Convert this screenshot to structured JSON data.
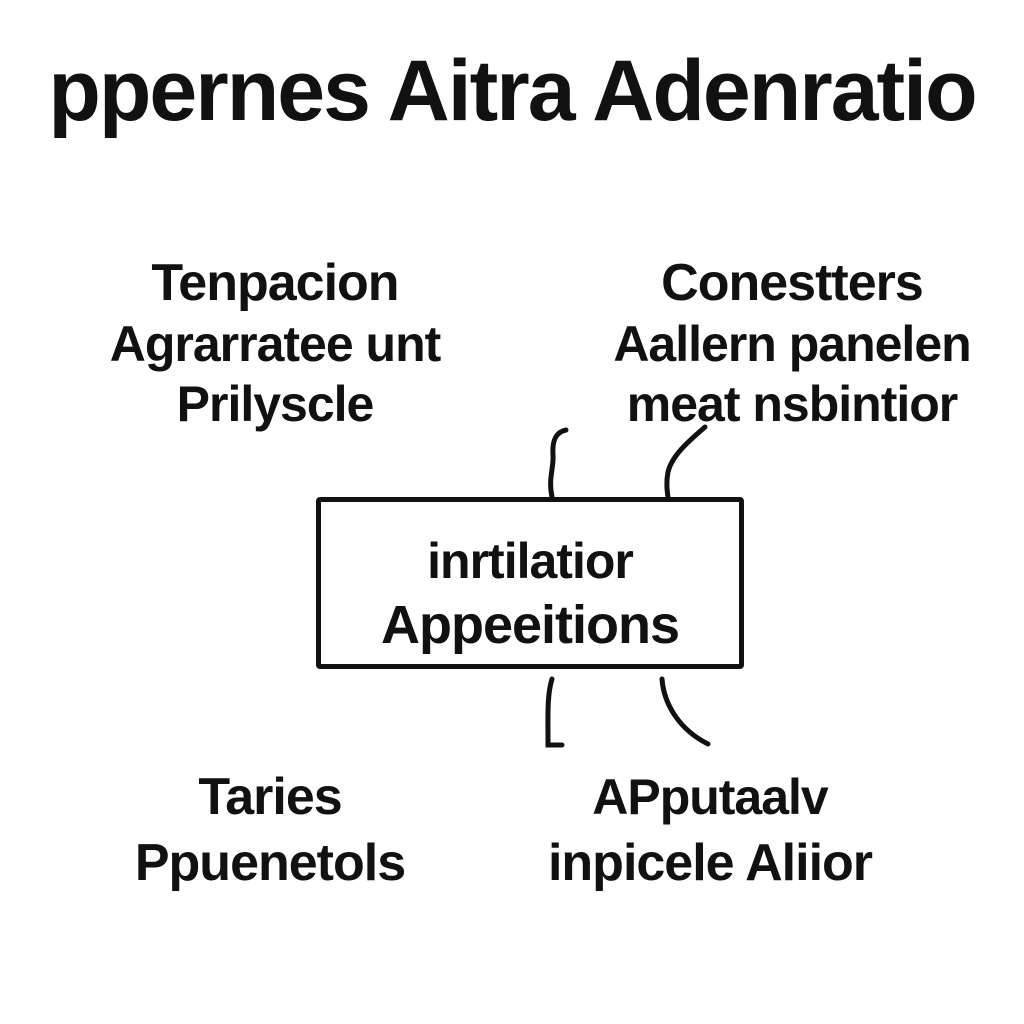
{
  "title": "ppernes Aitra Adenratio",
  "nodes": {
    "top_left": {
      "lines": [
        "Tenpacion",
        "Agrarratee unt",
        "Prilyscle"
      ]
    },
    "top_right": {
      "lines": [
        "Conestters",
        "Aallern panelen",
        "meat nsbintior"
      ]
    },
    "center": {
      "lines": [
        "inrtilatior",
        "Appeeitions"
      ]
    },
    "bottom_left": {
      "lines": [
        "Taries",
        "Ppuenetols"
      ]
    },
    "bottom_right": {
      "lines": [
        "APputaalv",
        "inpicele Aliior"
      ]
    }
  },
  "colors": {
    "ink": "#111111",
    "background": "#ffffff"
  }
}
